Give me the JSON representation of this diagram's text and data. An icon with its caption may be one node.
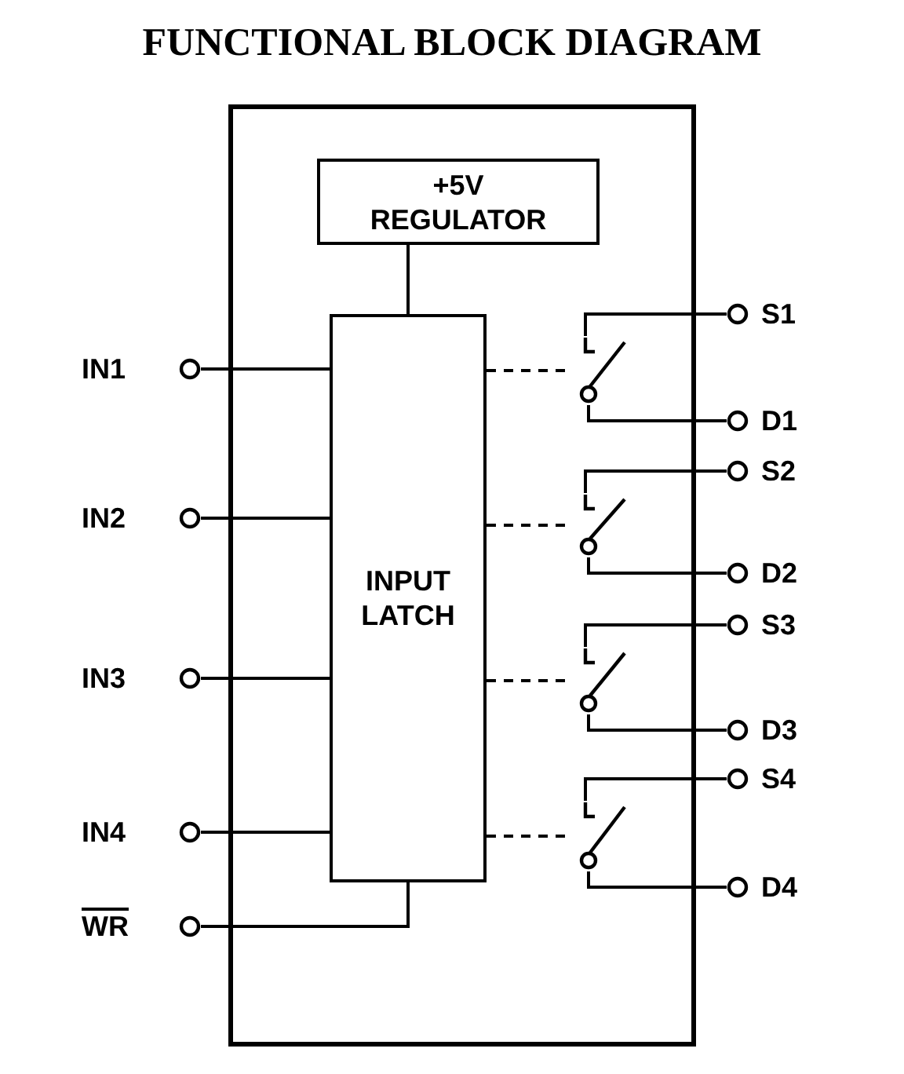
{
  "diagram": {
    "title": "FUNCTIONAL BLOCK DIAGRAM",
    "nodes": [
      {
        "text": [
          "+5V REGULATOR"
        ]
      },
      {
        "text": [
          "INPUT LATCH"
        ]
      },
      {
        "text": [
          "IN1"
        ]
      },
      {
        "text": [
          "IN2"
        ]
      },
      {
        "text": [
          "IN3"
        ]
      },
      {
        "text": [
          "IN4"
        ]
      },
      {
        "text": [
          "WR"
        ]
      },
      {
        "text": [
          "S1"
        ]
      },
      {
        "text": [
          "D1"
        ]
      },
      {
        "text": [
          "S2"
        ]
      },
      {
        "text": [
          "D2"
        ]
      },
      {
        "text": [
          "S3"
        ]
      },
      {
        "text": [
          "D3"
        ]
      },
      {
        "text": [
          "S4"
        ]
      },
      {
        "text": [
          "D4"
        ]
      },
      {
        "text": [],
        "shape": "switch"
      },
      {
        "text": [],
        "shape": "switch"
      },
      {
        "text": [],
        "shape": "switch"
      },
      {
        "text": [],
        "shape": "switch"
      }
    ],
    "edges": [
      {
        "from": 0,
        "to": 1,
        "arrow": "none"
      },
      {
        "from": 2,
        "to": 1,
        "arrow": "none"
      },
      {
        "from": 3,
        "to": 1,
        "arrow": "none"
      },
      {
        "from": 4,
        "to": 1,
        "arrow": "none"
      },
      {
        "from": 5,
        "to": 1,
        "arrow": "none"
      },
      {
        "from": 6,
        "to": 1,
        "arrow": "none"
      },
      {
        "from": 1,
        "to": 15,
        "arrow": "none",
        "style": "dashed"
      },
      {
        "from": 1,
        "to": 16,
        "arrow": "none",
        "style": "dashed"
      },
      {
        "from": 1,
        "to": 17,
        "arrow": "none",
        "style": "dashed"
      },
      {
        "from": 1,
        "to": 18,
        "arrow": "none",
        "style": "dashed"
      },
      {
        "from": 7,
        "to": 15,
        "arrow": "none"
      },
      {
        "from": 15,
        "to": 8,
        "arrow": "none"
      },
      {
        "from": 9,
        "to": 16,
        "arrow": "none"
      },
      {
        "from": 16,
        "to": 10,
        "arrow": "none"
      },
      {
        "from": 11,
        "to": 17,
        "arrow": "none"
      },
      {
        "from": 17,
        "to": 12,
        "arrow": "none"
      },
      {
        "from": 13,
        "to": 18,
        "arrow": "none"
      },
      {
        "from": 18,
        "to": 14,
        "arrow": "none"
      }
    ]
  }
}
